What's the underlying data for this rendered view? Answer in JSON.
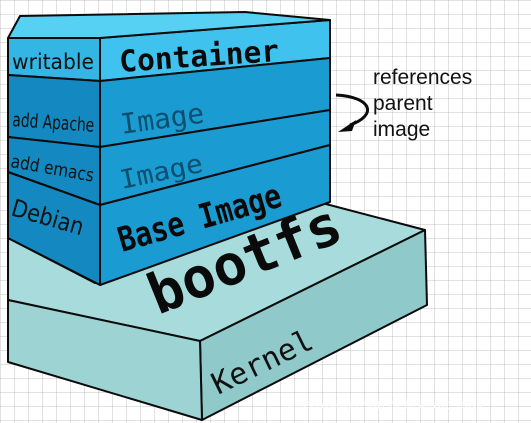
{
  "diagram": {
    "layers": {
      "writable": "writable",
      "container": "Container",
      "add_apache": "add Apache",
      "image_upper": "Image",
      "add_emacs": "add emacs",
      "image_lower": "Image",
      "debian": "Debian",
      "base_image": "Base Image",
      "bootfs": "bootfs",
      "kernel": "Kernel"
    },
    "annotation": {
      "line1": "references",
      "line2": "parent",
      "line3": "image"
    },
    "watermark": "https://blog.csdn.net/Smart_look",
    "colors": {
      "writable_front": "#3fc3ee",
      "writable_side": "#33b6e3",
      "layer_front": "#1a9bd1",
      "layer_side": "#1488c0",
      "top_face": "#56d0f3",
      "bootfs_top": "#a8dcdc",
      "kernel_front": "#8fc9c9",
      "outline": "#0b0b0b"
    }
  }
}
